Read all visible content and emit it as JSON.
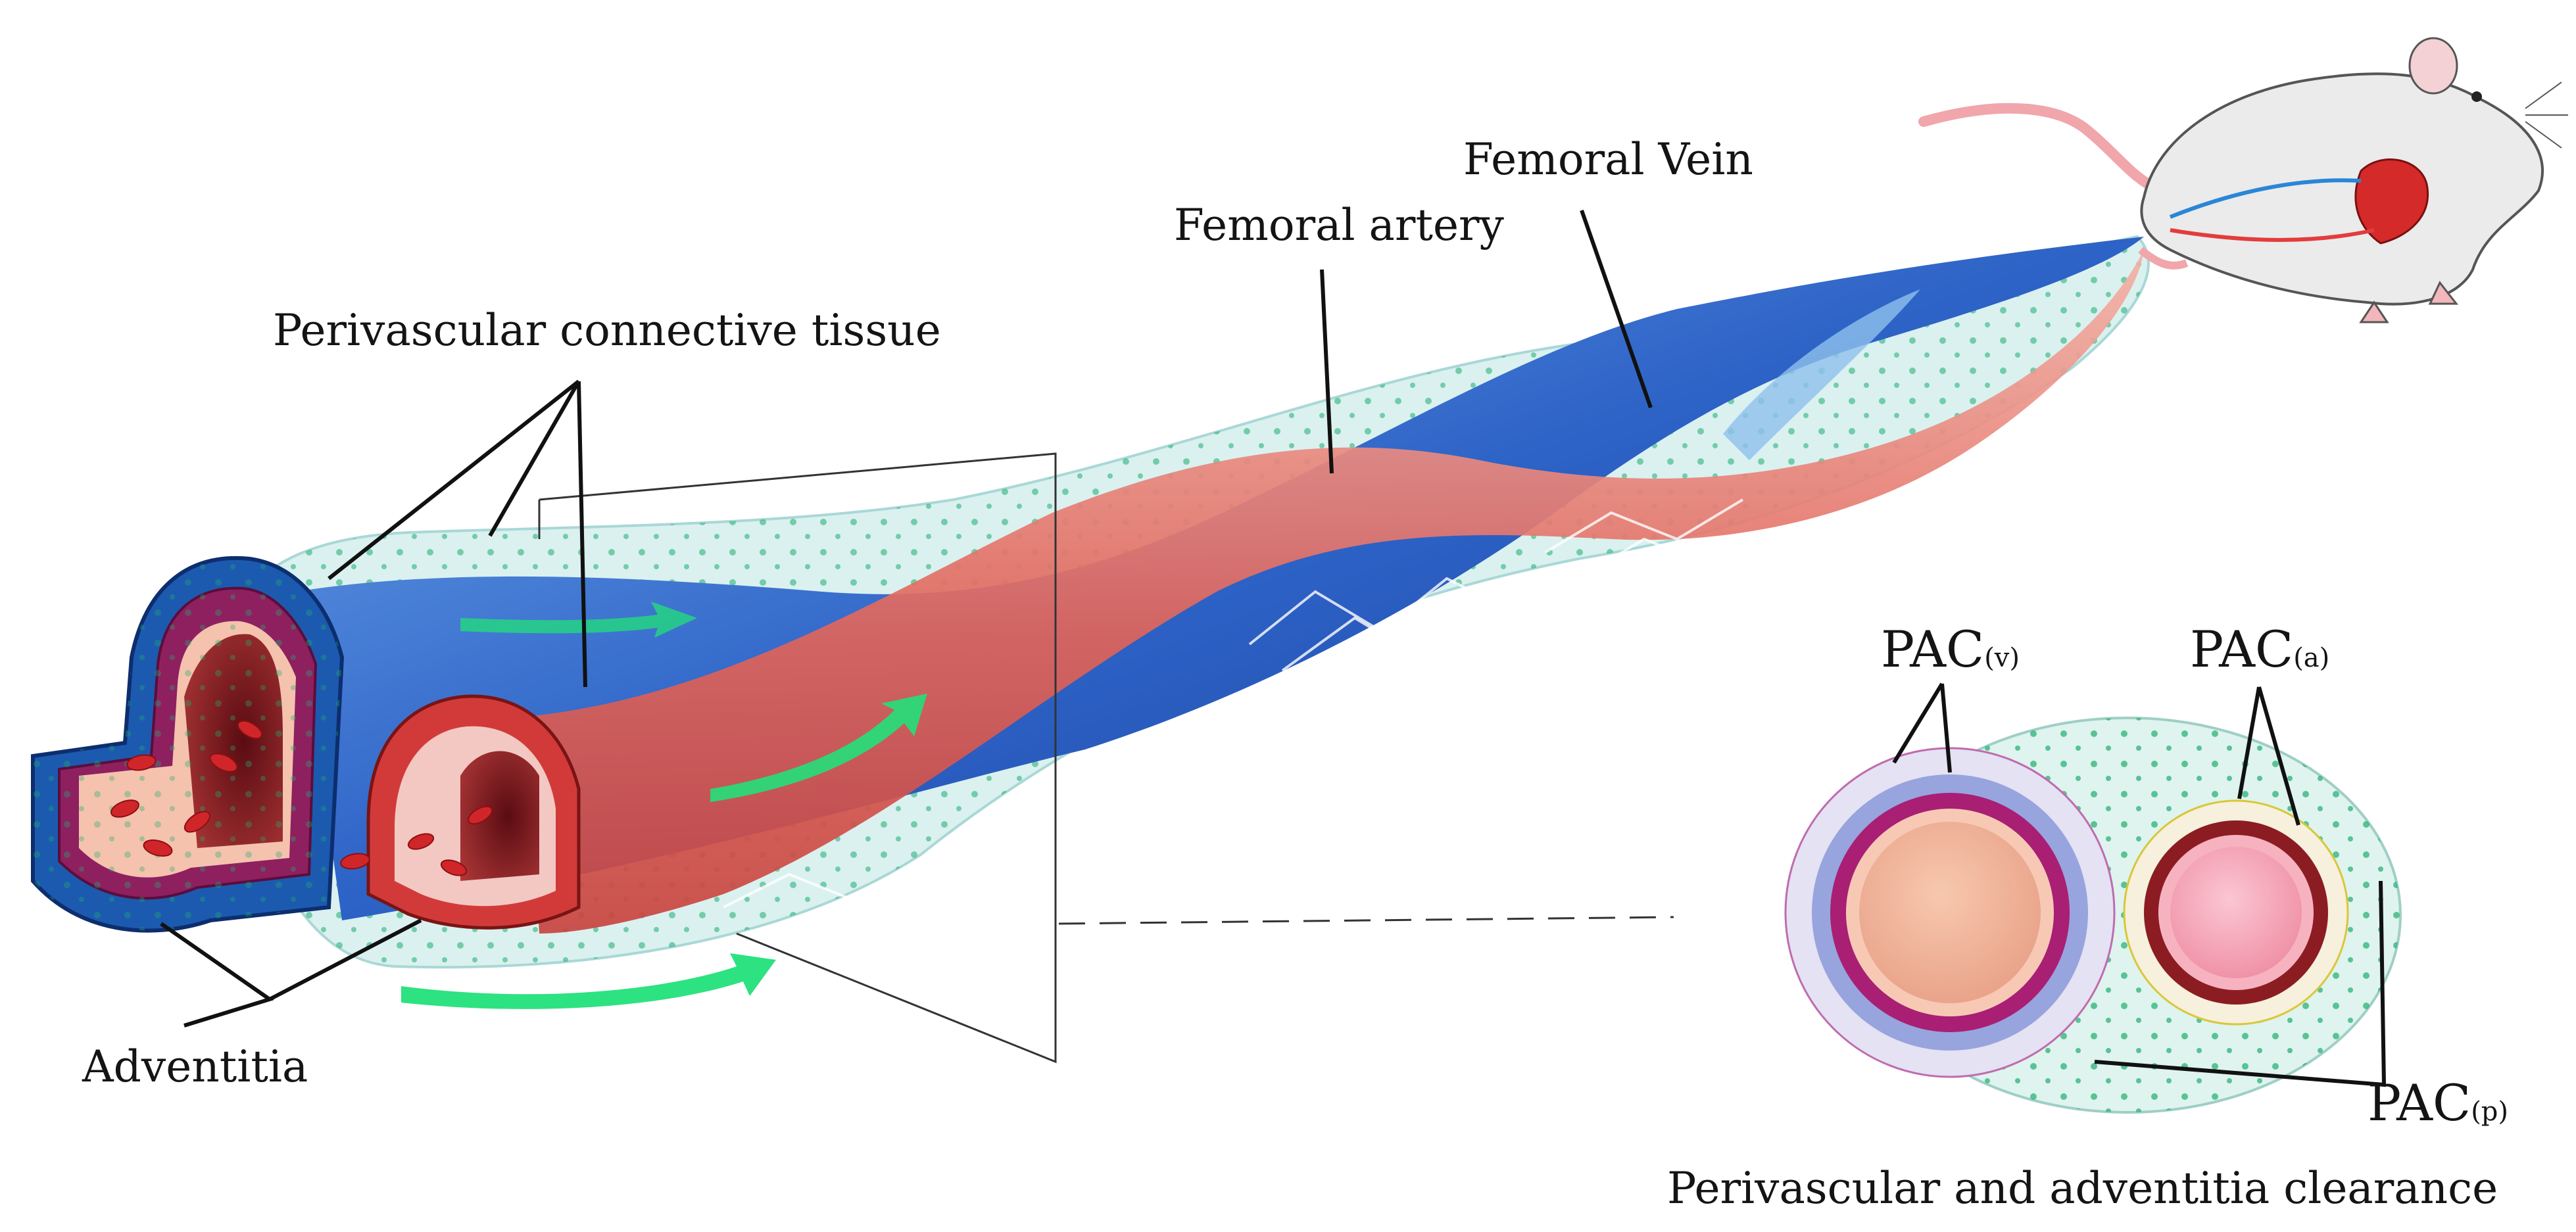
{
  "labels": {
    "perivascular_tissue": "Perivascular connective tissue",
    "femoral_artery": "Femoral artery",
    "femoral_vein": "Femoral Vein",
    "adventitia": "Adventitia",
    "clearance": "Perivascular and adventitia clearance"
  },
  "pac": {
    "v": {
      "main": "PAC",
      "sub": "(v)"
    },
    "a": {
      "main": "PAC",
      "sub": "(a)"
    },
    "p": {
      "main": "PAC",
      "sub": "(p)"
    }
  },
  "colors": {
    "vein": "#2c5fc0",
    "artery": "#e0645a",
    "tissue": "#bfe6e6",
    "dots": "#1fae6e",
    "flow": "#22e07a",
    "lumen_vein": "#f5b89a",
    "lumen_artery": "#f6a3b5",
    "wall_vein": "#9e1f6b",
    "wall_artery": "#8e1e22"
  },
  "icons": [
    "mouse-illustration",
    "heart-illustration",
    "flow-arrow-icon",
    "red-blood-cell-icon"
  ]
}
